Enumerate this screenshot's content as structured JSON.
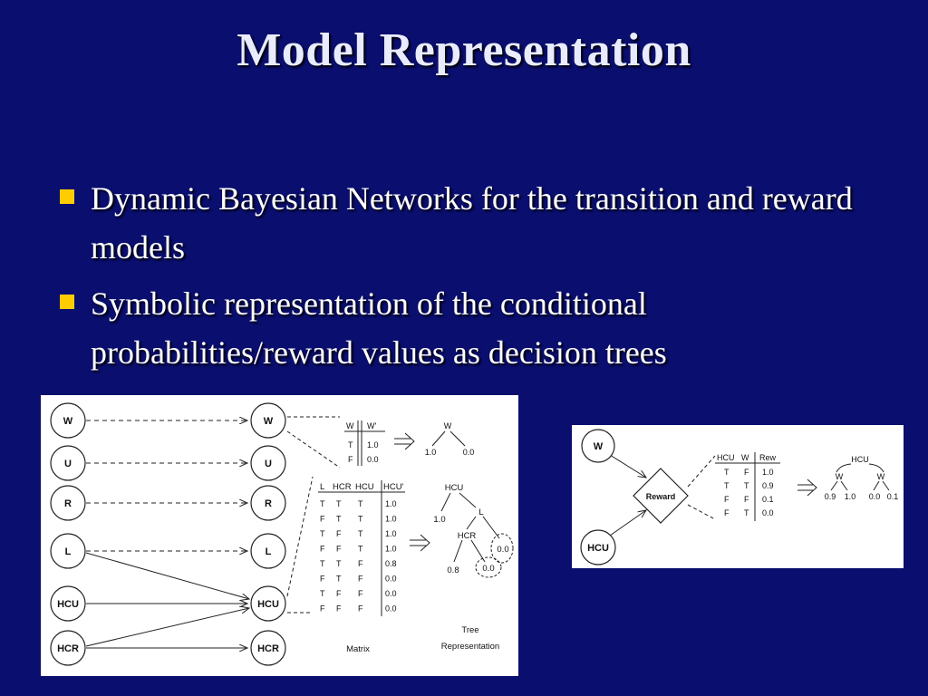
{
  "slide": {
    "title": "Model Representation",
    "bullets": [
      "Dynamic Bayesian Networks for the transition and reward models",
      "Symbolic representation of the conditional probabilities/reward values as decision trees"
    ]
  },
  "figure_left": {
    "nodes_left": [
      "W",
      "U",
      "R",
      "L",
      "HCU",
      "HCR"
    ],
    "nodes_right": [
      "W",
      "U",
      "R",
      "L",
      "HCU",
      "HCR"
    ],
    "small_table": {
      "headers": [
        "W",
        "W'"
      ],
      "rows": [
        [
          "T",
          "1.0"
        ],
        [
          "F",
          "0.0"
        ]
      ]
    },
    "small_tree": {
      "root": "W",
      "leaves": [
        "1.0",
        "0.0"
      ]
    },
    "matrix": {
      "headers": [
        "L",
        "HCR",
        "HCU",
        "HCU'"
      ],
      "rows": [
        [
          "T",
          "T",
          "T",
          "1.0"
        ],
        [
          "F",
          "T",
          "T",
          "1.0"
        ],
        [
          "T",
          "F",
          "T",
          "1.0"
        ],
        [
          "F",
          "F",
          "T",
          "1.0"
        ],
        [
          "T",
          "T",
          "F",
          "0.8"
        ],
        [
          "F",
          "T",
          "F",
          "0.0"
        ],
        [
          "T",
          "F",
          "F",
          "0.0"
        ],
        [
          "F",
          "F",
          "F",
          "0.0"
        ]
      ],
      "caption": "Matrix"
    },
    "tree": {
      "nodes": [
        "HCU",
        "L",
        "HCR"
      ],
      "leaves": [
        "1.0",
        "0.0",
        "0.8",
        "0.0"
      ],
      "caption_line1": "Tree",
      "caption_line2": "Representation"
    }
  },
  "figure_right": {
    "nodes": [
      "W",
      "HCU"
    ],
    "reward_node": "Reward",
    "table": {
      "headers": [
        "HCU",
        "W",
        "Rew"
      ],
      "rows": [
        [
          "T",
          "F",
          "1.0"
        ],
        [
          "T",
          "T",
          "0.9"
        ],
        [
          "F",
          "F",
          "0.1"
        ],
        [
          "F",
          "T",
          "0.0"
        ]
      ]
    },
    "tree": {
      "root": "HCU",
      "children": [
        "W",
        "W"
      ],
      "leaves": [
        "0.9",
        "1.0",
        "0.0",
        "0.1"
      ]
    }
  }
}
